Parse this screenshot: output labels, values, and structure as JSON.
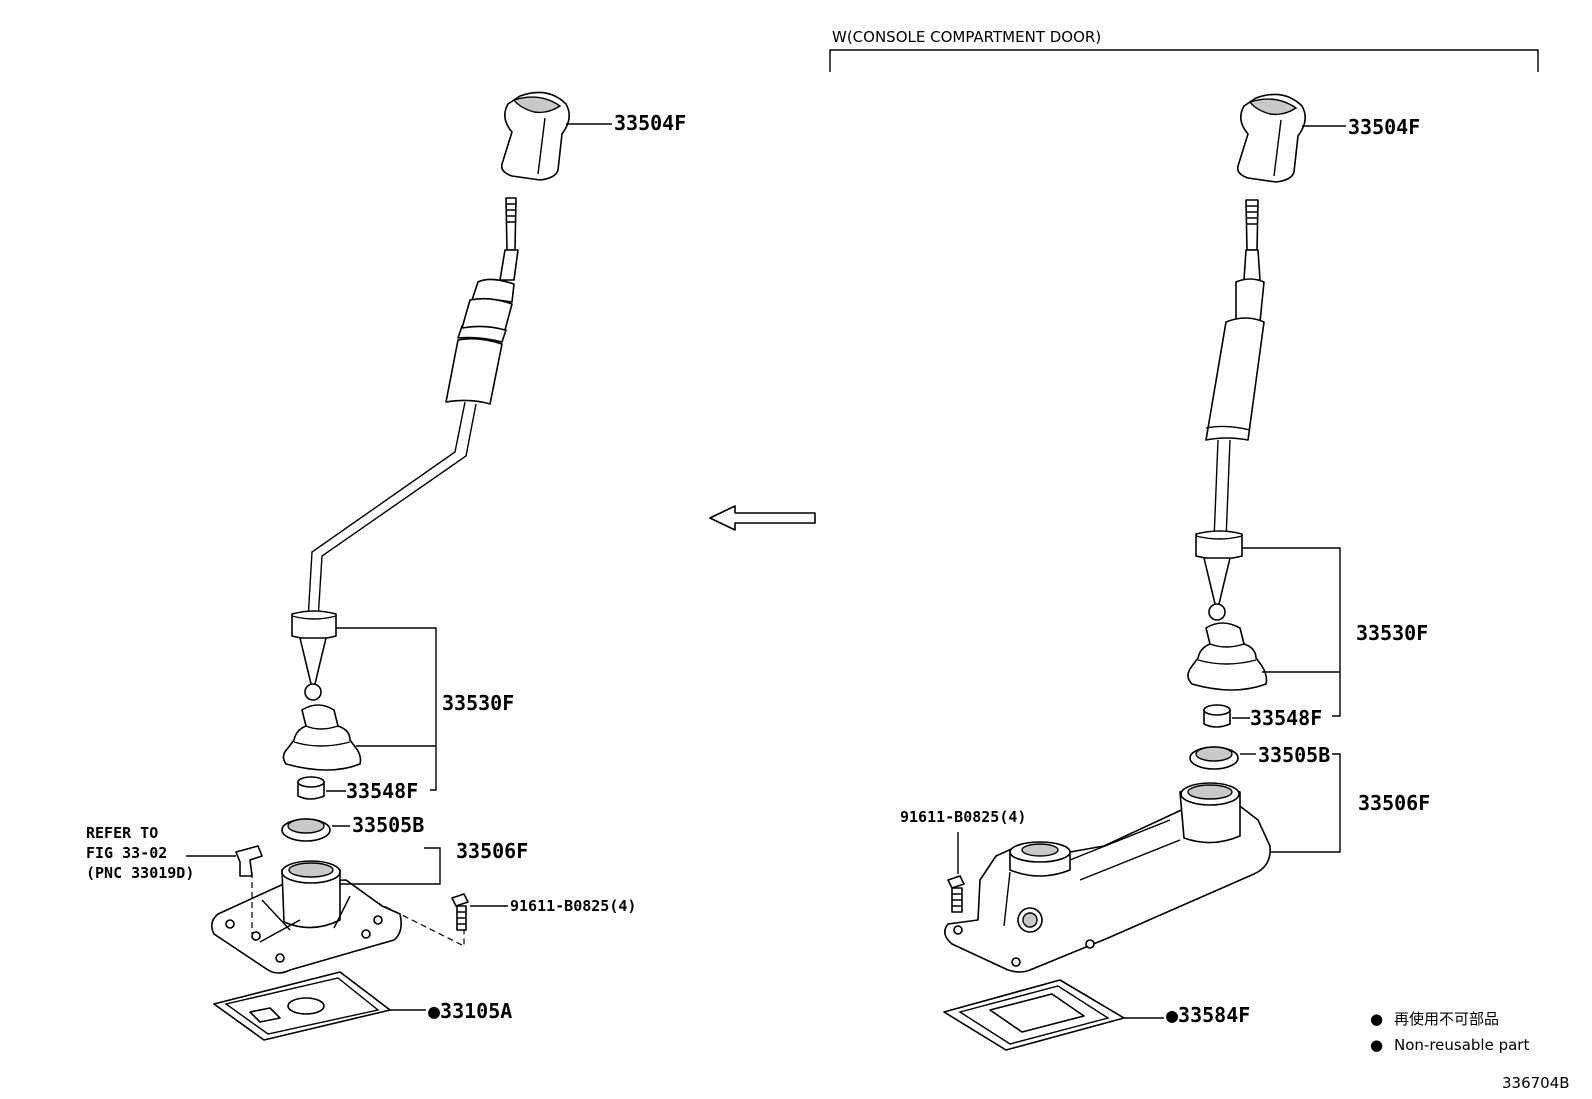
{
  "header": {
    "variant_label": "W(CONSOLE COMPARTMENT DOOR)"
  },
  "left": {
    "knob": "33504F",
    "lever_assy": "33530F",
    "bushing": "33548F",
    "seat": "33505B",
    "retainer": "33506F",
    "bolt": "91611-B0825(4)",
    "gasket": "●33105A",
    "refer_line1": "REFER TO",
    "refer_line2": "FIG 33-02",
    "refer_line3": "(PNC 33019D)"
  },
  "right": {
    "knob": "33504F",
    "lever_assy": "33530F",
    "bushing": "33548F",
    "seat": "33505B",
    "retainer": "33506F",
    "bolt": "91611-B0825(4)",
    "gasket": "●33584F"
  },
  "legend": {
    "item1_symbol": "●",
    "item1_text": "再使用不可部品",
    "item2_symbol": "●",
    "item2_text": "Non-reusable part"
  },
  "figure_number": "336704B"
}
